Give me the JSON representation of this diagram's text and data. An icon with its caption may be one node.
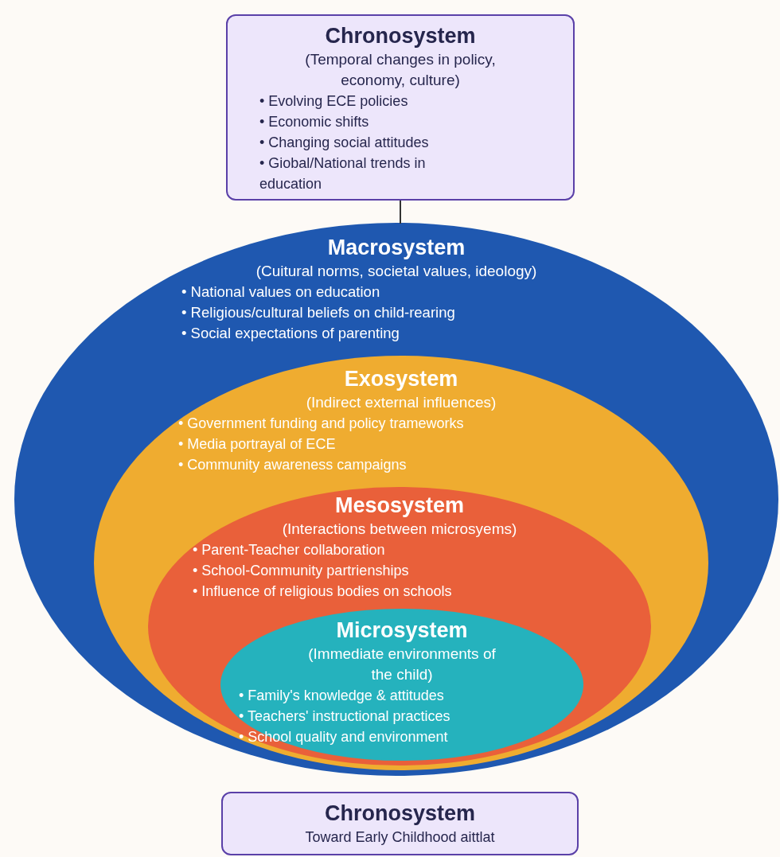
{
  "diagram": {
    "nodes": [
      {
        "text": [
          "Chronosystem",
          "(Temporal changes in policy, economy, culture)",
          "• Evolving ECE policies",
          "• Economic shifts",
          "• Changing social attitudes",
          "• Giobal/National trends in education"
        ]
      },
      {
        "text": [
          "Macrosystem",
          "(Cuitural norms, societal values, ideology)",
          "• National values on education",
          "• Religious/cultural beliefs on child-rearing",
          "• Social expectations of parenting"
        ]
      },
      {
        "text": [
          "Exosystem",
          "(Indirect external influences)",
          "• Government funding and policy trameworks",
          "• Media portrayal of ECE",
          "• Community awareness campaigns"
        ],
        "in": 1
      },
      {
        "text": [
          "Mesosystem",
          "(Interactions between microsyems)",
          "• Parent-Teacher collaboration",
          "• School-Community partrienships",
          "• Influence of religious bodies on schools"
        ],
        "in": 2
      },
      {
        "text": [
          "Microsystem",
          "(Immediate environments of the child)",
          "• Family's knowledge & attitudes",
          "• Teachers' instructional practices",
          "• School quality and environment"
        ],
        "in": 3
      },
      {
        "text": [
          "Chronosystem",
          "Toward Early Childhood aittlat"
        ]
      }
    ],
    "edges": [
      {
        "from": 0,
        "to": 1,
        "arrow": "none"
      }
    ]
  }
}
